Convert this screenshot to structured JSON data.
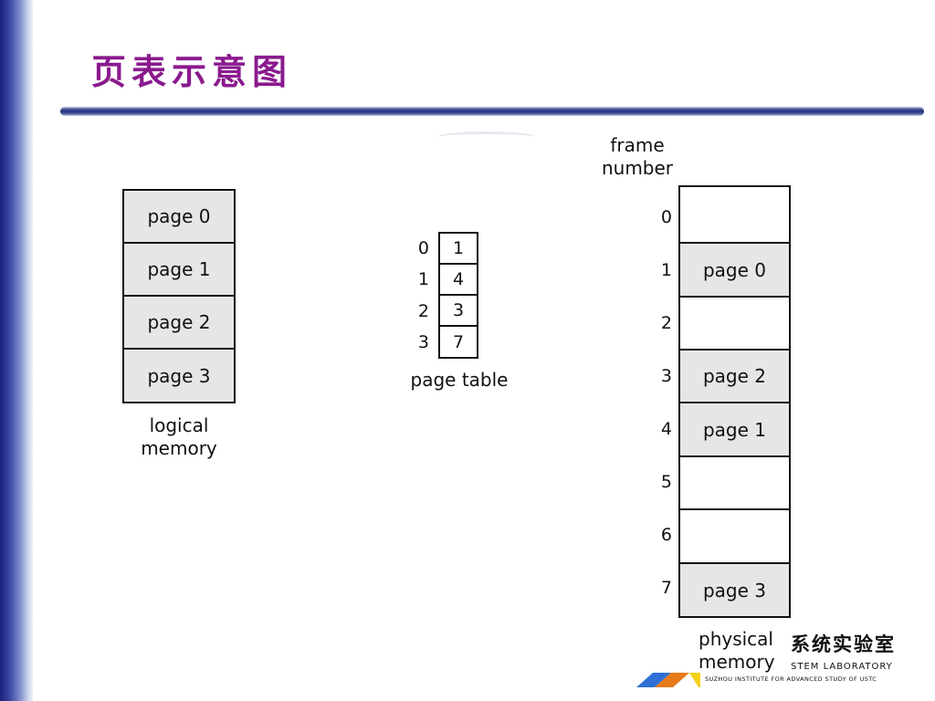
{
  "title": "页表示意图",
  "logical_memory": {
    "pages": [
      "page 0",
      "page 1",
      "page 2",
      "page 3"
    ],
    "label": [
      "logical",
      "memory"
    ]
  },
  "page_table": {
    "indices": [
      "0",
      "1",
      "2",
      "3"
    ],
    "frames": [
      "1",
      "4",
      "3",
      "7"
    ],
    "label": "page table"
  },
  "physical_memory": {
    "header": [
      "frame",
      "number"
    ],
    "frame_numbers": [
      "0",
      "1",
      "2",
      "3",
      "4",
      "5",
      "6",
      "7"
    ],
    "frames": [
      "",
      "page 0",
      "",
      "page 2",
      "page 1",
      "",
      "",
      "page 3"
    ],
    "label": [
      "physical",
      "memory"
    ]
  },
  "logo": {
    "chinese": "系统实验室",
    "english": "STEM LABORATORY",
    "subtitle": "SUZHOU INSTITUTE FOR ADVANCED STUDY OF USTC"
  },
  "colors": {
    "title": "#8a1a8e",
    "occupied_fill": "#e6e6e6",
    "rule": "#1f2f7a",
    "logo_blue": "#2f6fd6",
    "logo_orange": "#e97a1c",
    "logo_yellow": "#f2d21a"
  }
}
